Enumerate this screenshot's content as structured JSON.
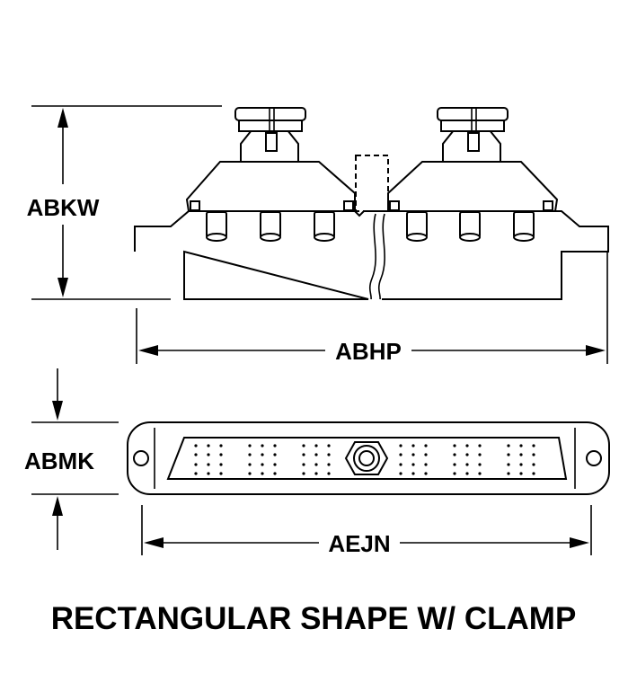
{
  "dimensions": {
    "height_top": "ABKW",
    "width_top": "ABHP",
    "height_bottom": "ABMK",
    "width_bottom": "AEJN"
  },
  "caption": "RECTANGULAR SHAPE W/ CLAMP",
  "colors": {
    "line": "#000000",
    "background": "#ffffff"
  }
}
